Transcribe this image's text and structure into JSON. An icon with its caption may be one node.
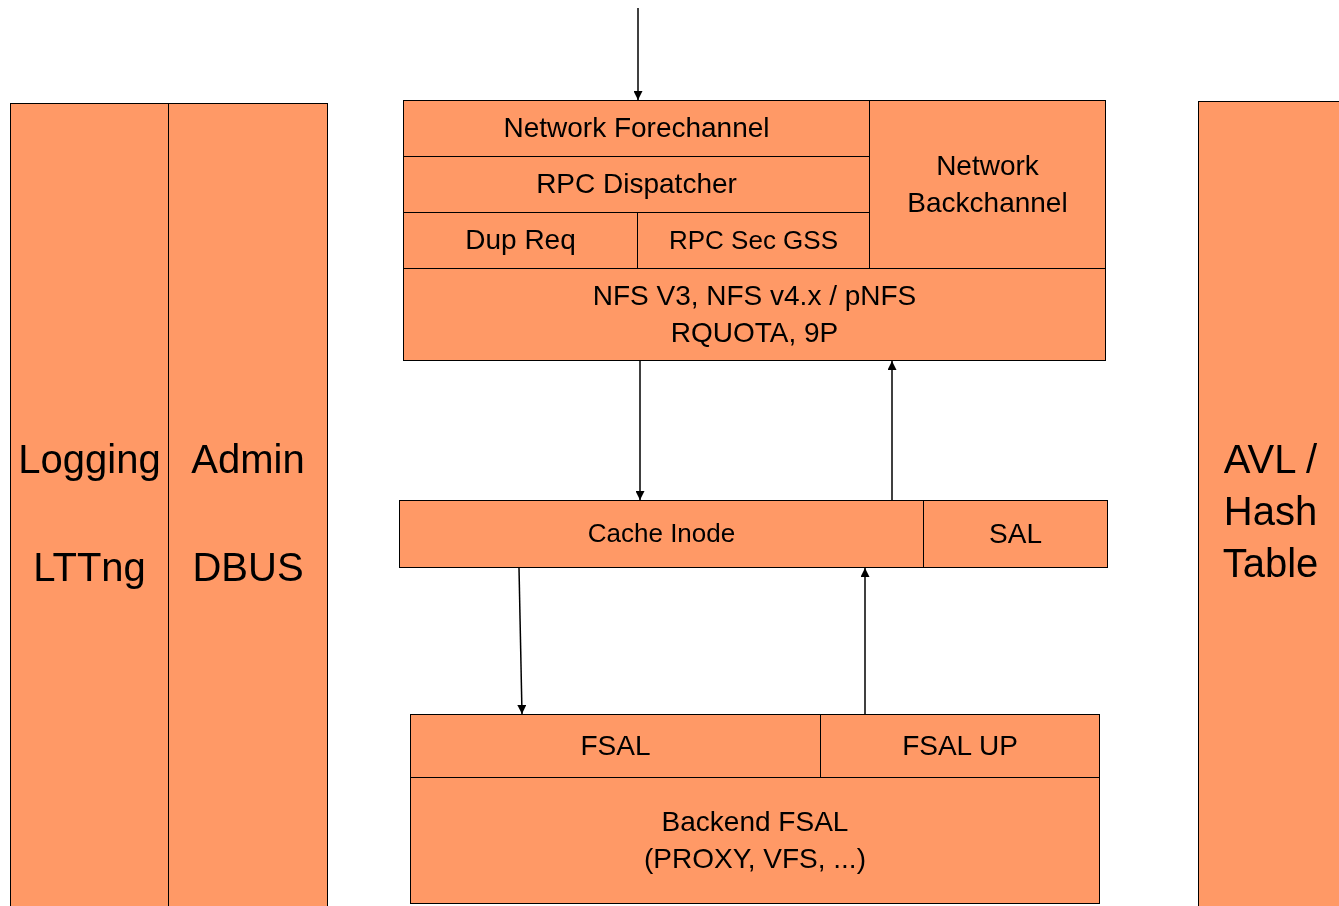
{
  "diagram": {
    "nodes": [
      {
        "text": [
          "Logging",
          "LTTng"
        ]
      },
      {
        "text": [
          "Admin",
          "DBUS"
        ]
      },
      {
        "text": [
          "Network Forechannel"
        ]
      },
      {
        "text": [
          "RPC Dispatcher"
        ]
      },
      {
        "text": [
          "Dup Req"
        ]
      },
      {
        "text": [
          "RPC Sec GSS"
        ]
      },
      {
        "text": [
          "Network Backchannel"
        ]
      },
      {
        "text": [
          "NFS V3, NFS v4.x / pNFS RQUOTA, 9P"
        ]
      },
      {
        "text": [
          "Cache Inode"
        ]
      },
      {
        "text": [
          "SAL"
        ]
      },
      {
        "text": [
          "FSAL"
        ]
      },
      {
        "text": [
          "FSAL UP"
        ]
      },
      {
        "text": [
          "Backend FSAL",
          "(PROXY, VFS, ...)"
        ]
      },
      {
        "text": [
          "AVL / Hash Table"
        ]
      }
    ],
    "edges": [
      {
        "from": null,
        "to": 2,
        "arrow": "to"
      },
      {
        "from": 7,
        "to": 8,
        "arrow": "to"
      },
      {
        "from": 8,
        "to": 7,
        "arrow": "to"
      },
      {
        "from": 8,
        "to": 10,
        "arrow": "to"
      },
      {
        "from": 11,
        "to": 8,
        "arrow": "to"
      }
    ]
  }
}
